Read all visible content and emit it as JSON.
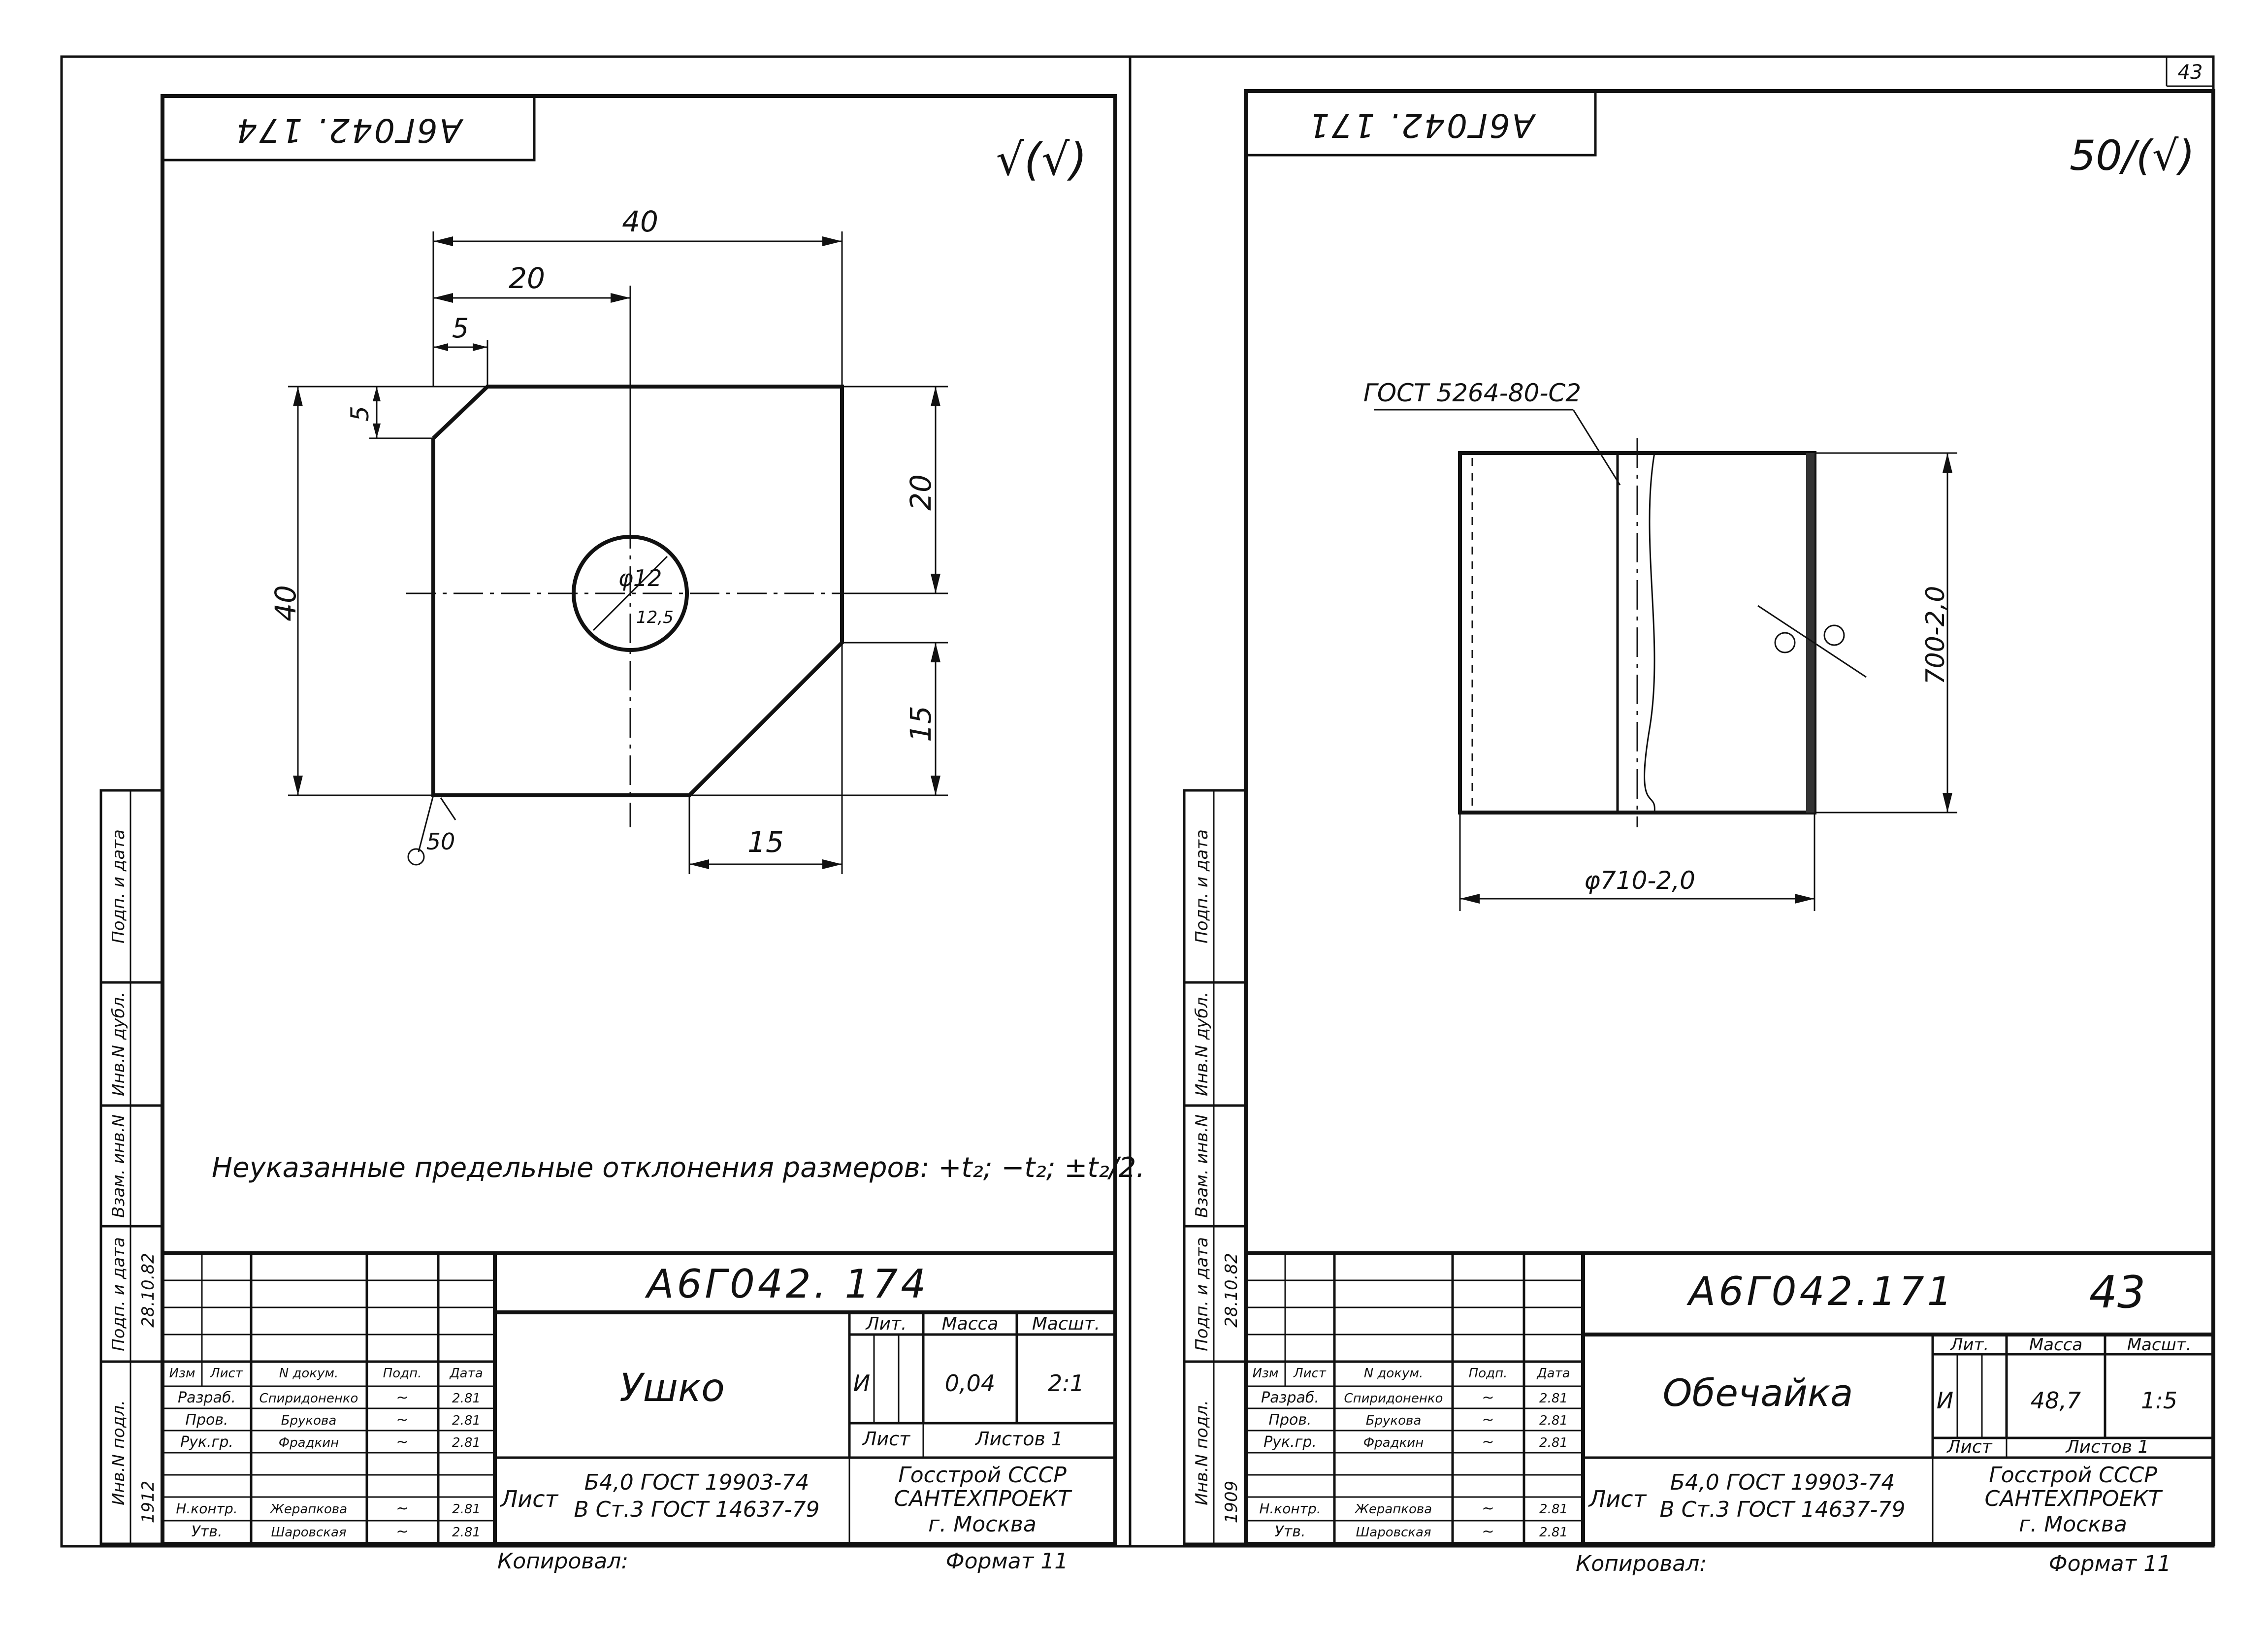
{
  "page_number": "43",
  "left_sheet": {
    "stamp": "A6Г042. 174",
    "roughness": "√(√)",
    "dims": {
      "w40": "40",
      "w20": "20",
      "w5": "5",
      "h5": "5",
      "h40": "40",
      "h20": "20",
      "h15": "15",
      "w15": "15"
    },
    "hole_dia": "φ12",
    "hole_chamfer": "12,5",
    "surface_mark": "50",
    "note": "Неуказанные предельные отклонения размеров: +t₂; −t₂; ±t₂/2.",
    "title_block": {
      "code": "A6Г042. 174",
      "name": "Ушко",
      "lit_header": "Лит.",
      "mass_header": "Масса",
      "scale_header": "Масшт.",
      "lit_value": "И",
      "mass_value": "0,04",
      "scale_value": "2:1",
      "sheet_label": "Лист",
      "sheets_label": "Листов 1",
      "org_line1": "Госстрой СССР",
      "org_line2": "САНТЕХПРОЕКТ",
      "org_line3": "г. Москва",
      "material_prefix": "Лист",
      "material_line1": "Б4,0 ГОСТ 19903-74",
      "material_line2": "В Ст.3 ГОСТ 14637-79",
      "col_headers": [
        "Изм",
        "Лист",
        "N докум.",
        "Подп.",
        "Дата"
      ],
      "rows": [
        {
          "role": "Разраб.",
          "name": "Спиридоненко",
          "sign": "~",
          "date": "2.81"
        },
        {
          "role": "Пров.",
          "name": "Брукова",
          "sign": "~",
          "date": "2.81"
        },
        {
          "role": "Рук.гр.",
          "name": "Фрадкин",
          "sign": "~",
          "date": "2.81"
        },
        {
          "role": "Н.контр.",
          "name": "Жерапкова",
          "sign": "~",
          "date": "2.81"
        },
        {
          "role": "Утв.",
          "name": "Шаровская",
          "sign": "~",
          "date": "2.81"
        }
      ],
      "copied": "Копировал:",
      "format": "Формат 11"
    },
    "side_strip": [
      "Инв.N подл.",
      "Подп. и дата",
      "Взам. инв.N",
      "Инв.N дубл.",
      "Подп. и дата"
    ],
    "side_number": "1912",
    "side_date": "28.10.82"
  },
  "right_sheet": {
    "stamp": "A6Г042. 171",
    "roughness": "50/(√)",
    "weld_label": "ГОСТ 5264-80-С2",
    "height_dim": "700-2,0",
    "dia_dim": "φ710-2,0",
    "title_block": {
      "code": "A6Г042.171",
      "sheet_no": "43",
      "name": "Обечайка",
      "lit_header": "Лит.",
      "mass_header": "Масса",
      "scale_header": "Масшт.",
      "lit_value": "И",
      "mass_value": "48,7",
      "scale_value": "1:5",
      "sheet_label": "Лист",
      "sheets_label": "Листов 1",
      "org_line1": "Госстрой СССР",
      "org_line2": "САНТЕХПРОЕКТ",
      "org_line3": "г. Москва",
      "material_prefix": "Лист",
      "material_line1": "Б4,0 ГОСТ 19903-74",
      "material_line2": "В Ст.3 ГОСТ 14637-79",
      "col_headers": [
        "Изм",
        "Лист",
        "N докум.",
        "Подп.",
        "Дата"
      ],
      "rows": [
        {
          "role": "Разраб.",
          "name": "Спиридоненко",
          "sign": "~",
          "date": "2.81"
        },
        {
          "role": "Пров.",
          "name": "Брукова",
          "sign": "~",
          "date": "2.81"
        },
        {
          "role": "Рук.гр.",
          "name": "Фрадкин",
          "sign": "~",
          "date": "2.81"
        },
        {
          "role": "Н.контр.",
          "name": "Жерапкова",
          "sign": "~",
          "date": "2.81"
        },
        {
          "role": "Утв.",
          "name": "Шаровская",
          "sign": "~",
          "date": "2.81"
        }
      ],
      "copied": "Копировал:",
      "format": "Формат 11"
    },
    "side_strip": [
      "Инв.N подл.",
      "Подп. и дата",
      "Взам. инв.N",
      "Инв.N дубл.",
      "Подп. и дата"
    ],
    "side_number": "1909",
    "side_date": "28.10.82"
  }
}
